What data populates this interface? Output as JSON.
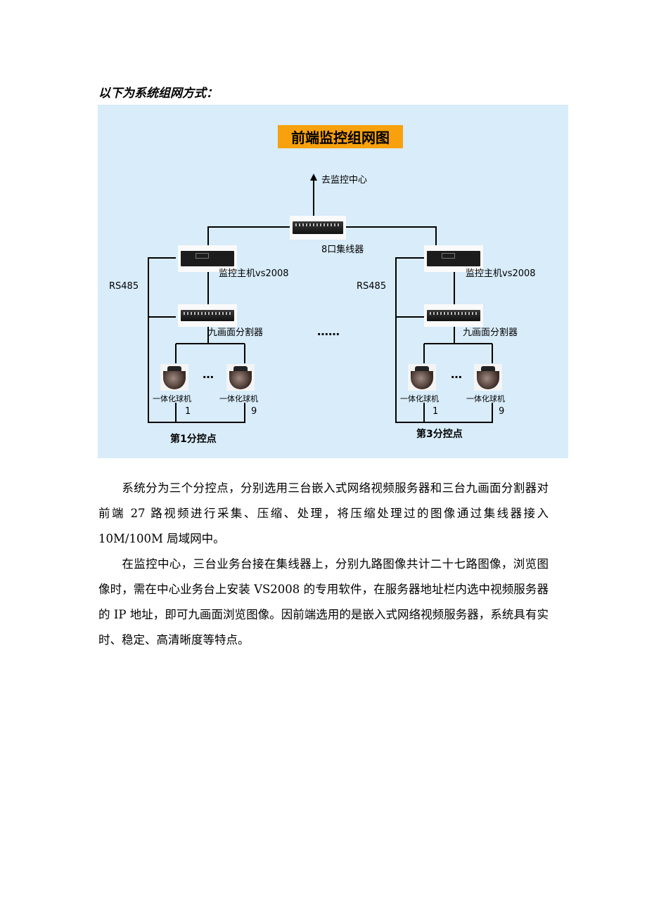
{
  "heading": "以下为系统组网方式：",
  "diagram": {
    "title": "前端监控组网图",
    "uplink_label": "去监控中心",
    "hub_label": "8口集线器",
    "left": {
      "rs485": "RS485",
      "host_label": "监控主机vs2008",
      "splitter_label": "九画面分割器",
      "camera_label": "一体化球机",
      "camera_first_num": "1",
      "camera_last_num": "9",
      "ellipsis": "…",
      "site_label": "第1分控点"
    },
    "right": {
      "rs485": "RS485",
      "host_label": "监控主机vs2008",
      "splitter_label": "九画面分割器",
      "camera_label": "一体化球机",
      "camera_first_num": "1",
      "camera_last_num": "9",
      "ellipsis": "…",
      "site_label": "第3分控点"
    },
    "middle_ellipsis": "……"
  },
  "paragraphs": [
    "系统分为三个分控点，分别选用三台嵌入式网络视频服务器和三台九画面分割器对前端 27 路视频进行采集、压缩、处理，将压缩处理过的图像通过集线器接入 10M/100M 局域网中。",
    "在监控中心，三台业务台接在集线器上，分别九路图像共计二十七路图像，浏览图像时，需在中心业务台上安装 VS2008 的专用软件，在服务器地址栏内选中视频服务器的 IP 地址，即可九画面浏览图像。因前端选用的是嵌入式网络视频服务器，系统具有实时、稳定、高清晰度等特点。"
  ]
}
